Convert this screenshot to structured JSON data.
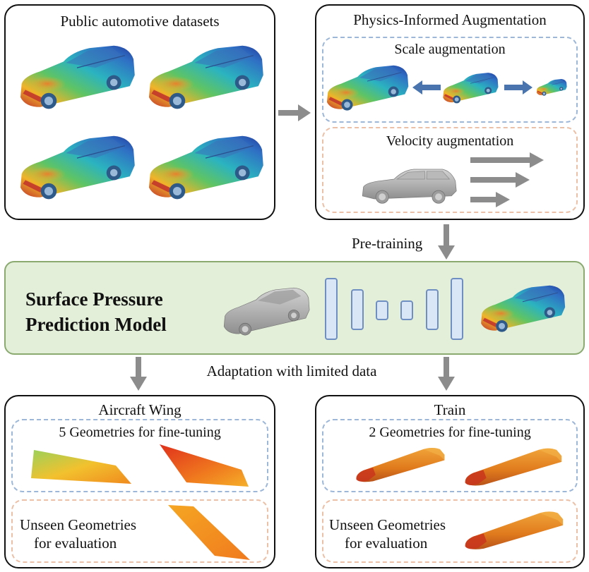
{
  "top_left": {
    "title": "Public automotive datasets"
  },
  "top_right": {
    "title": "Physics-Informed Augmentation",
    "scale_label": "Scale augmentation",
    "velocity_label": "Velocity augmentation"
  },
  "pretraining_label": "Pre-training",
  "model": {
    "line1": "Surface Pressure",
    "line2": "Prediction Model"
  },
  "adaptation_label": "Adaptation with limited data",
  "wing": {
    "title": "Aircraft Wing",
    "finetune_label": "5 Geometries for fine-tuning",
    "eval_line1": "Unseen Geometries",
    "eval_line2": "for evaluation"
  },
  "train": {
    "title": "Train",
    "finetune_label": "2 Geometries for fine-tuning",
    "eval_line1": "Unseen Geometries",
    "eval_line2": "for evaluation"
  },
  "colors": {
    "arrow_gray": "#8c8c8c",
    "arrow_blue": "#4a74ad",
    "model_fill": "#e3efd9",
    "model_border": "#8aaa70",
    "dash_blue": "#9db7d8",
    "dash_orange": "#ecc0a6"
  },
  "icons": [
    "car-pressure-icon",
    "gray-car-icon",
    "wing-pressure-icon",
    "train-pressure-icon",
    "arrow-icon"
  ]
}
